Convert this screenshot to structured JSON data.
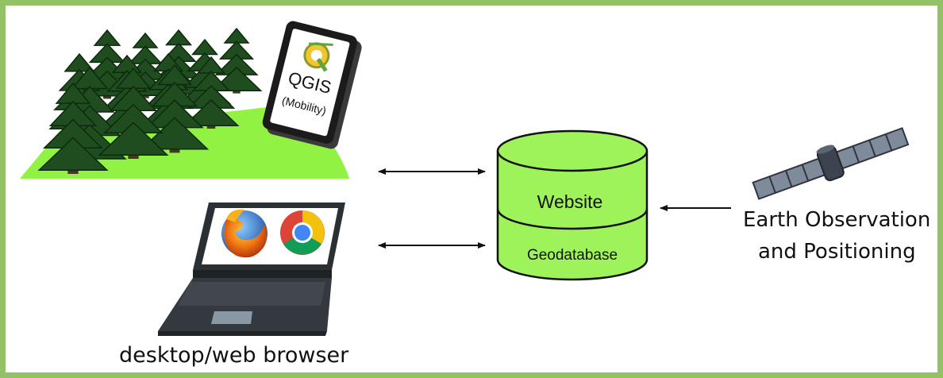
{
  "colors": {
    "frame_border": "#92c265",
    "ground": "#92f244",
    "tree": "#1f4d1f",
    "trunk": "#4a3424",
    "database": "#9ef25a",
    "laptop": "#2b3034",
    "satellite_panel": "#7f8a9a"
  },
  "icons": [
    "tree-icon",
    "qgis-logo-icon",
    "firefox-icon",
    "chrome-icon",
    "satellite-icon",
    "database-icon",
    "laptop-icon"
  ],
  "phone": {
    "title": "QGIS",
    "subtitle": "(Mobility)"
  },
  "database": {
    "top_label": "Website",
    "bottom_label": "Geodatabase"
  },
  "labels": {
    "browser": "desktop/web browser",
    "satellite_line1": "Earth Observation",
    "satellite_line2": "and Positioning"
  }
}
